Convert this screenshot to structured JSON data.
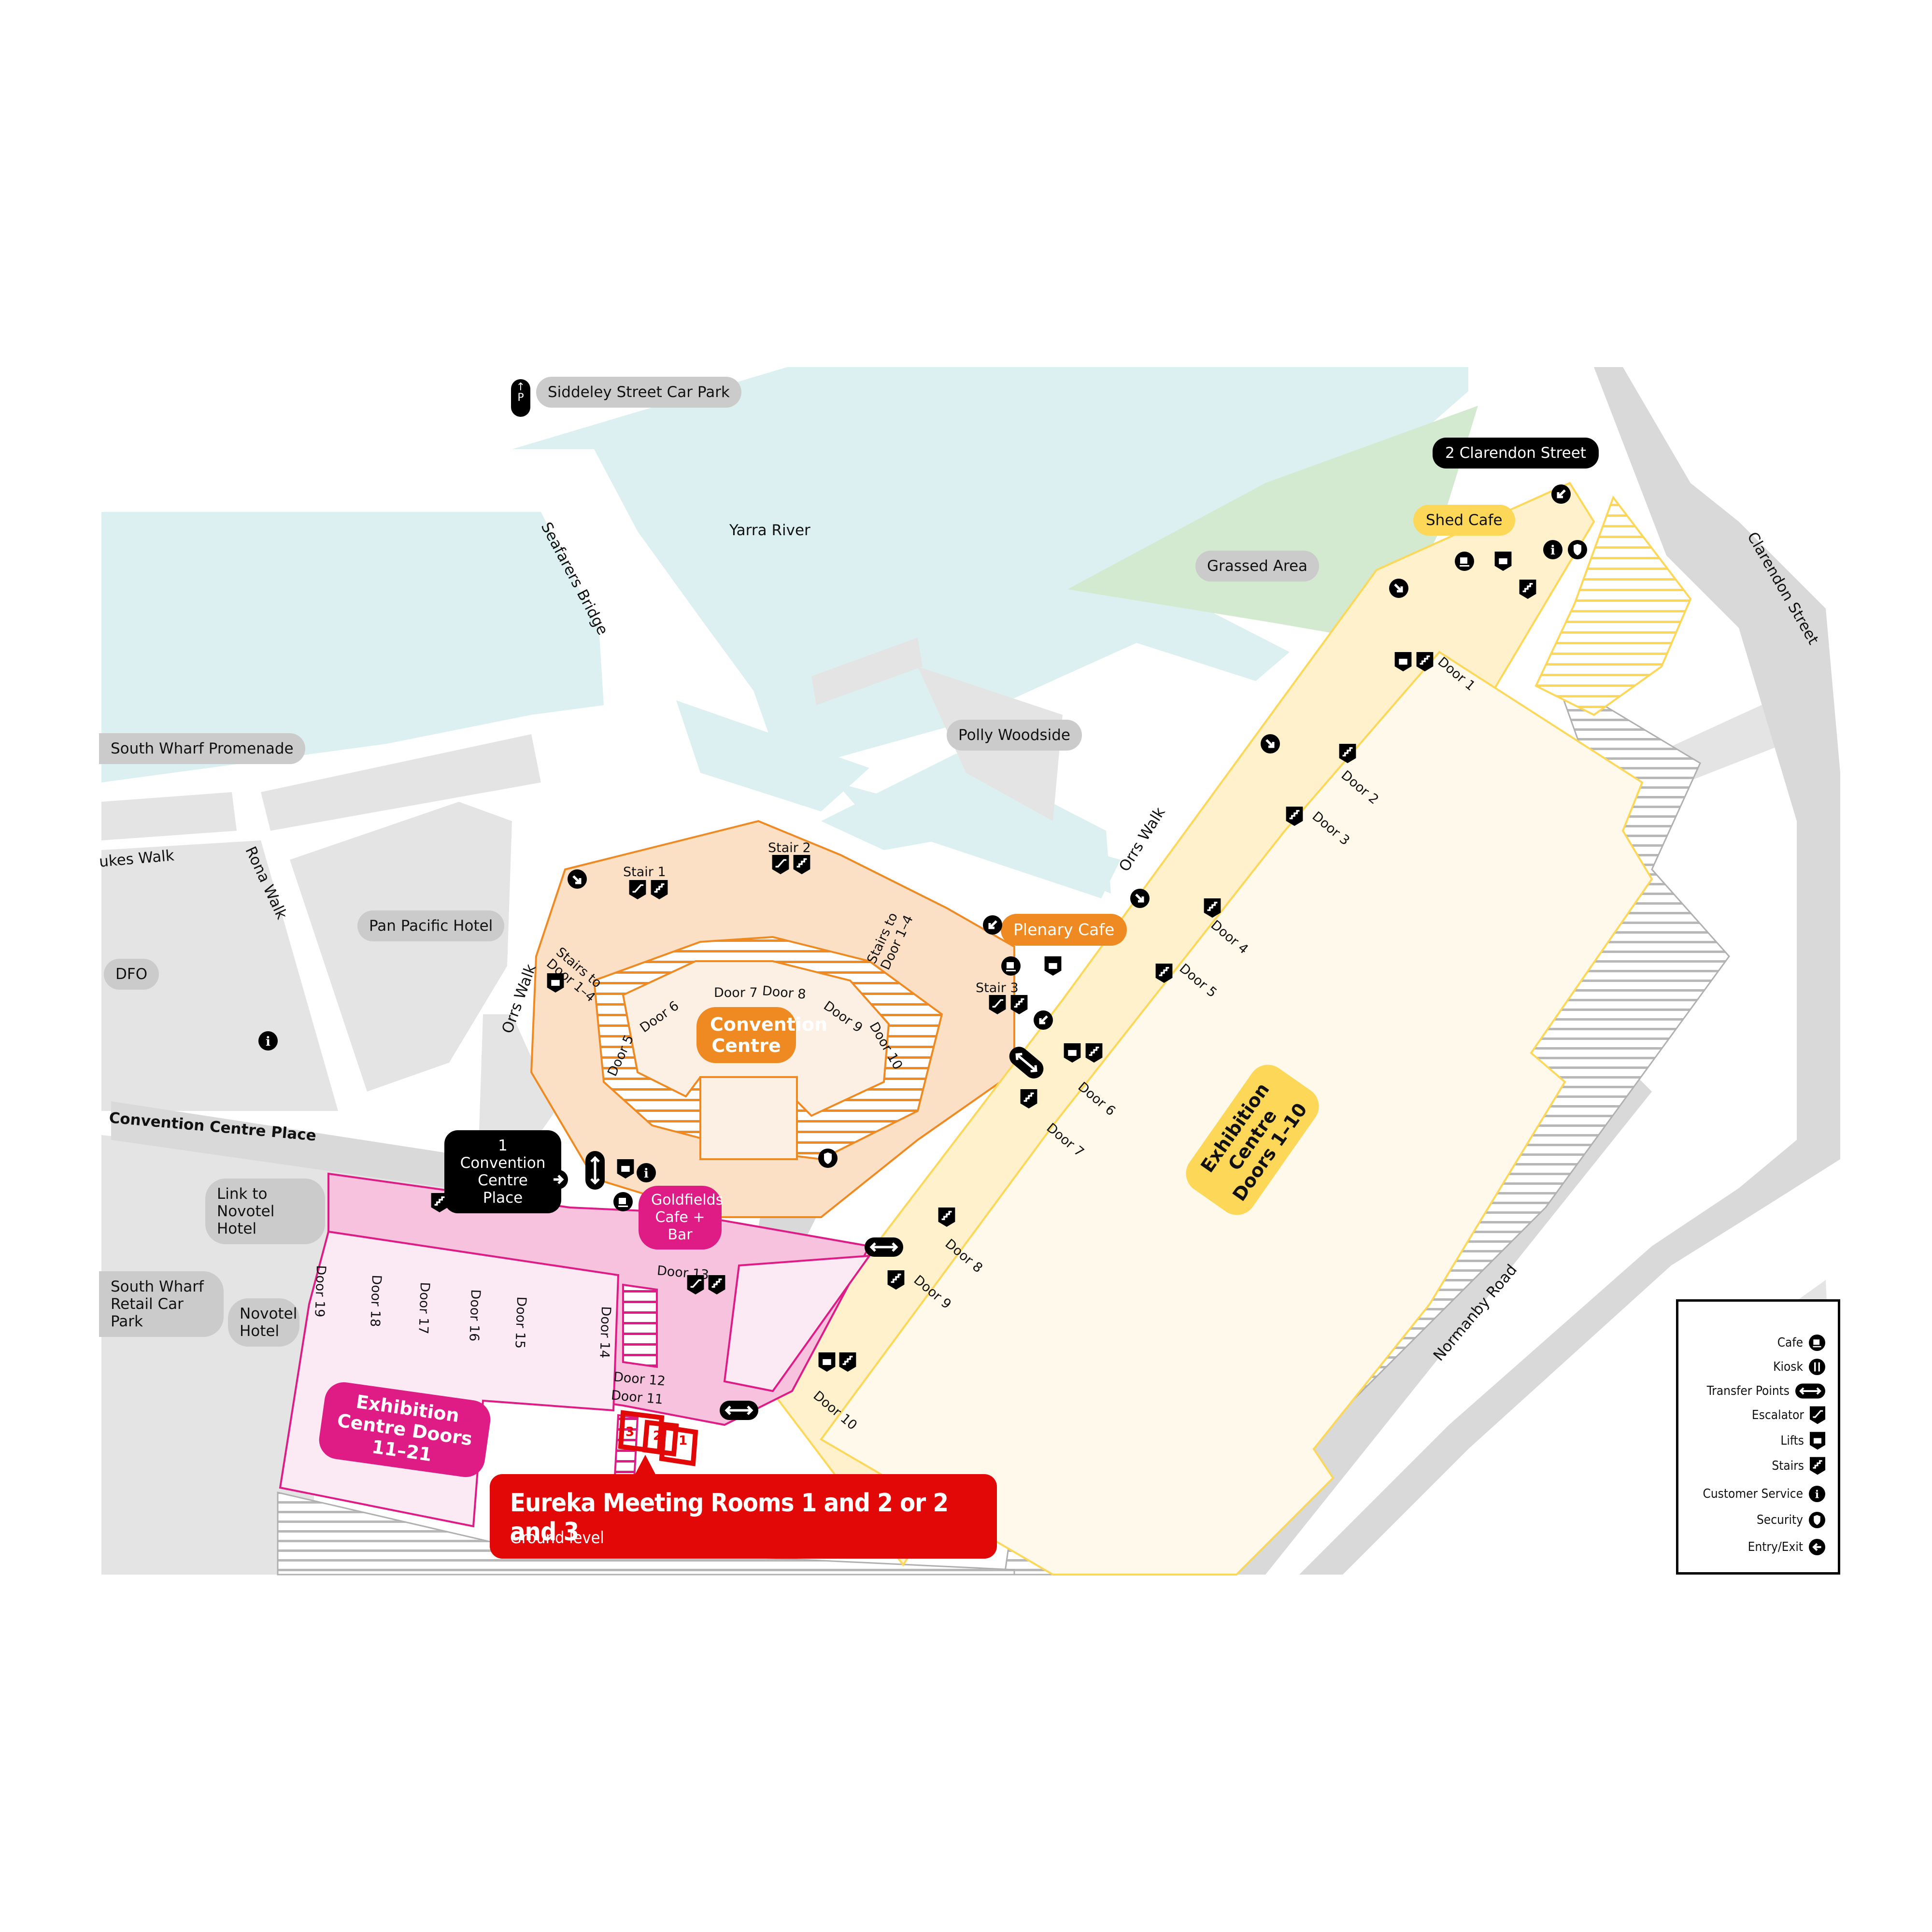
{
  "colors": {
    "water": "#dcf0f1",
    "grass": "#d3ead0",
    "building_grey": "#e4e4e4",
    "road_grey": "#d9d9d9",
    "label_pill_grey": "#cbcbcb",
    "convention_fill": "#fbe0c6",
    "convention_line": "#ef8a22",
    "exhibition_1_10_fill": "#fef1cc",
    "exhibition_1_10_hall": "#fef9ea",
    "exhibition_1_10_line": "#fdd757",
    "exhibition_11_21_fill": "#f6c2dd",
    "exhibition_11_21_hall": "#fbe9f3",
    "exhibition_11_21_line": "#df1b85",
    "highlight_red": "#e30808",
    "icon_black": "#000000"
  },
  "callout": {
    "title": "Eureka Meeting Rooms 1 and 2 or 2 and 3",
    "subtitle": "Ground level"
  },
  "meeting_rooms": [
    "3",
    "2",
    "1"
  ],
  "areas": {
    "convention_centre": "Convention Centre",
    "exhibition_1_10": "Exhibition Centre Doors 1–10",
    "exhibition_11_21": "Exhibition Centre Doors 11–21"
  },
  "places": {
    "siddeley_car_park": "Siddeley Street Car Park",
    "yarra_river": "Yarra River",
    "grassed_area": "Grassed Area",
    "polly_woodside": "Polly Woodside",
    "south_wharf_promenade": "South Wharf Promenade",
    "pan_pacific_hotel": "Pan Pacific Hotel",
    "dfo": "DFO",
    "link_novotel": "Link to Novotel Hotel",
    "south_wharf_retail_car_park": "South Wharf Retail Car Park",
    "novotel_hotel": "Novotel Hotel",
    "two_clarendon": "2 Clarendon Street",
    "one_convention_place": "1 Convention Centre Place"
  },
  "cafes": {
    "shed": "Shed Cafe",
    "plenary": "Plenary Cafe",
    "goldfields": "Goldfields Cafe + Bar"
  },
  "roads": {
    "seafarers_bridge": "Seafarers Bridge",
    "orrs_walk": "Orrs Walk",
    "orrs_walk_2": "Orrs Walk",
    "rona_walk": "Rona Walk",
    "dukes_walk": "ukes Walk",
    "convention_centre_place": "Convention Centre Place",
    "clarendon_street": "Clarendon Street",
    "normanby_road": "Normanby Road"
  },
  "convention_labels": {
    "stair1": "Stair 1",
    "stair2": "Stair 2",
    "stair3": "Stair 3",
    "stairs_to_left": "Stairs to Door 1–4",
    "stairs_to_right": "Stairs to Door 1–4",
    "doors": [
      "Door 5",
      "Door 6",
      "Door 7",
      "Door 8",
      "Door 9",
      "Door 10"
    ]
  },
  "exhibition_1_10_doors": [
    "Door 1",
    "Door 2",
    "Door 3",
    "Door 4",
    "Door 5",
    "Door 6",
    "Door 7",
    "Door 8",
    "Door 9",
    "Door 10"
  ],
  "exhibition_11_21_doors": [
    "Door 19",
    "Door 18",
    "Door 17",
    "Door 16",
    "Door 15",
    "Door 14",
    "Door 13",
    "Door 12",
    "Door 11"
  ],
  "legend": {
    "items": [
      {
        "label": "Cafe",
        "icon": "cafe-icon"
      },
      {
        "label": "Kiosk",
        "icon": "kiosk-icon"
      },
      {
        "label": "Transfer Points",
        "icon": "transfer-icon"
      },
      {
        "label": "Escalator",
        "icon": "escalator-icon"
      },
      {
        "label": "Lifts",
        "icon": "lift-icon"
      },
      {
        "label": "Stairs",
        "icon": "stairs-icon"
      },
      {
        "label": "Customer Service",
        "icon": "info-icon"
      },
      {
        "label": "Security",
        "icon": "security-icon"
      },
      {
        "label": "Entry/Exit",
        "icon": "entry-exit-icon"
      }
    ]
  },
  "parking_symbol": "P"
}
